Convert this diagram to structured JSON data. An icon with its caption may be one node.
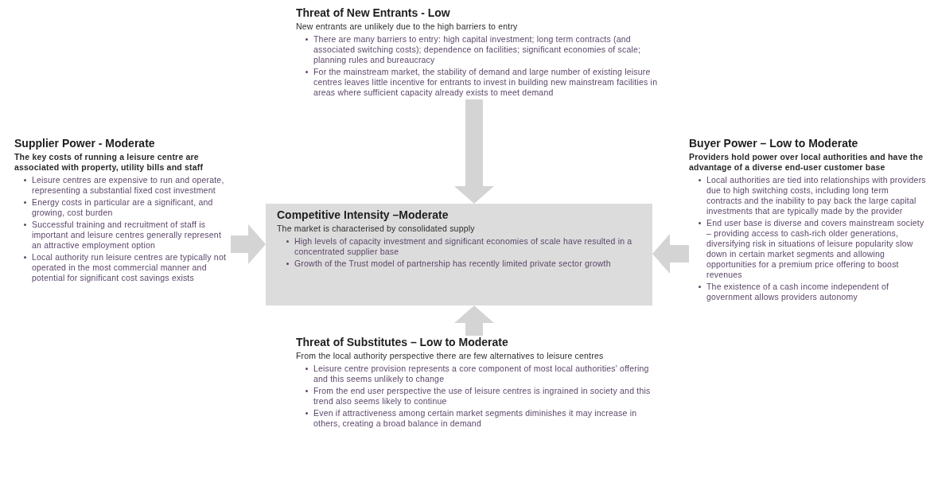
{
  "diagram": {
    "nodes": [
      {
        "text": [
          "Threat of New Entrants - Low",
          "New entrants are unlikely due to the high barriers to entry",
          "There are many barriers to entry: high capital investment; long term contracts (and associated switching costs); dependence on facilities; significant economies of scale; planning rules and bureaucracy",
          "For the mainstream market, the stability of demand and large number of existing leisure centres leaves little incentive for entrants to invest in building new mainstream facilities in areas where sufficient capacity already exists to meet demand"
        ]
      },
      {
        "text": [
          "Supplier Power - Moderate",
          "The key costs of running a leisure centre are associated with property, utility bills and staff",
          "Leisure centres are expensive to run and operate, representing a substantial fixed cost investment",
          "Energy costs in particular are a significant, and growing, cost burden",
          "Successful training and recruitment of staff is important and leisure centres generally represent an attractive employment option",
          "Local authority run leisure centres are typically not operated in the most commercial manner and potential for significant cost savings exists"
        ]
      },
      {
        "text": [
          "Competitive Intensity –Moderate",
          "The market is characterised by consolidated supply",
          "High levels of capacity investment and significant economies of scale have resulted in a concentrated supplier base",
          "Growth of the Trust model of partnership has recently limited private sector growth"
        ]
      },
      {
        "text": [
          "Buyer Power – Low to Moderate",
          "Providers hold power over local authorities and have the advantage of a diverse end-user customer base",
          "Local authorities are tied into relationships with providers due to high switching costs, including long term contracts and the inability to pay back the large capital investments that are typically made by the provider",
          "End user base is diverse and covers mainstream society – providing access to cash-rich older generations, diversifying risk in situations of leisure popularity slow down in certain market segments and allowing opportunities for a premium price offering to boost revenues",
          "The existence of a cash income independent of government allows providers autonomy"
        ]
      },
      {
        "text": [
          "Threat of Substitutes – Low to Moderate",
          "From the local authority perspective there are few alternatives to leisure centres",
          "Leisure centre provision represents a core component of most local authorities' offering and this seems unlikely to change",
          "From the end user perspective the use of leisure centres is ingrained in society and this trend also seems likely to continue",
          "Even if attractiveness among certain market segments diminishes it may increase in others, creating a broad balance in demand"
        ]
      }
    ],
    "edges": [
      {
        "from": 0,
        "to": 2,
        "arrow": "to"
      },
      {
        "from": 1,
        "to": 2,
        "arrow": "to"
      },
      {
        "from": 3,
        "to": 2,
        "arrow": "to"
      },
      {
        "from": 4,
        "to": 2,
        "arrow": "to"
      }
    ]
  }
}
